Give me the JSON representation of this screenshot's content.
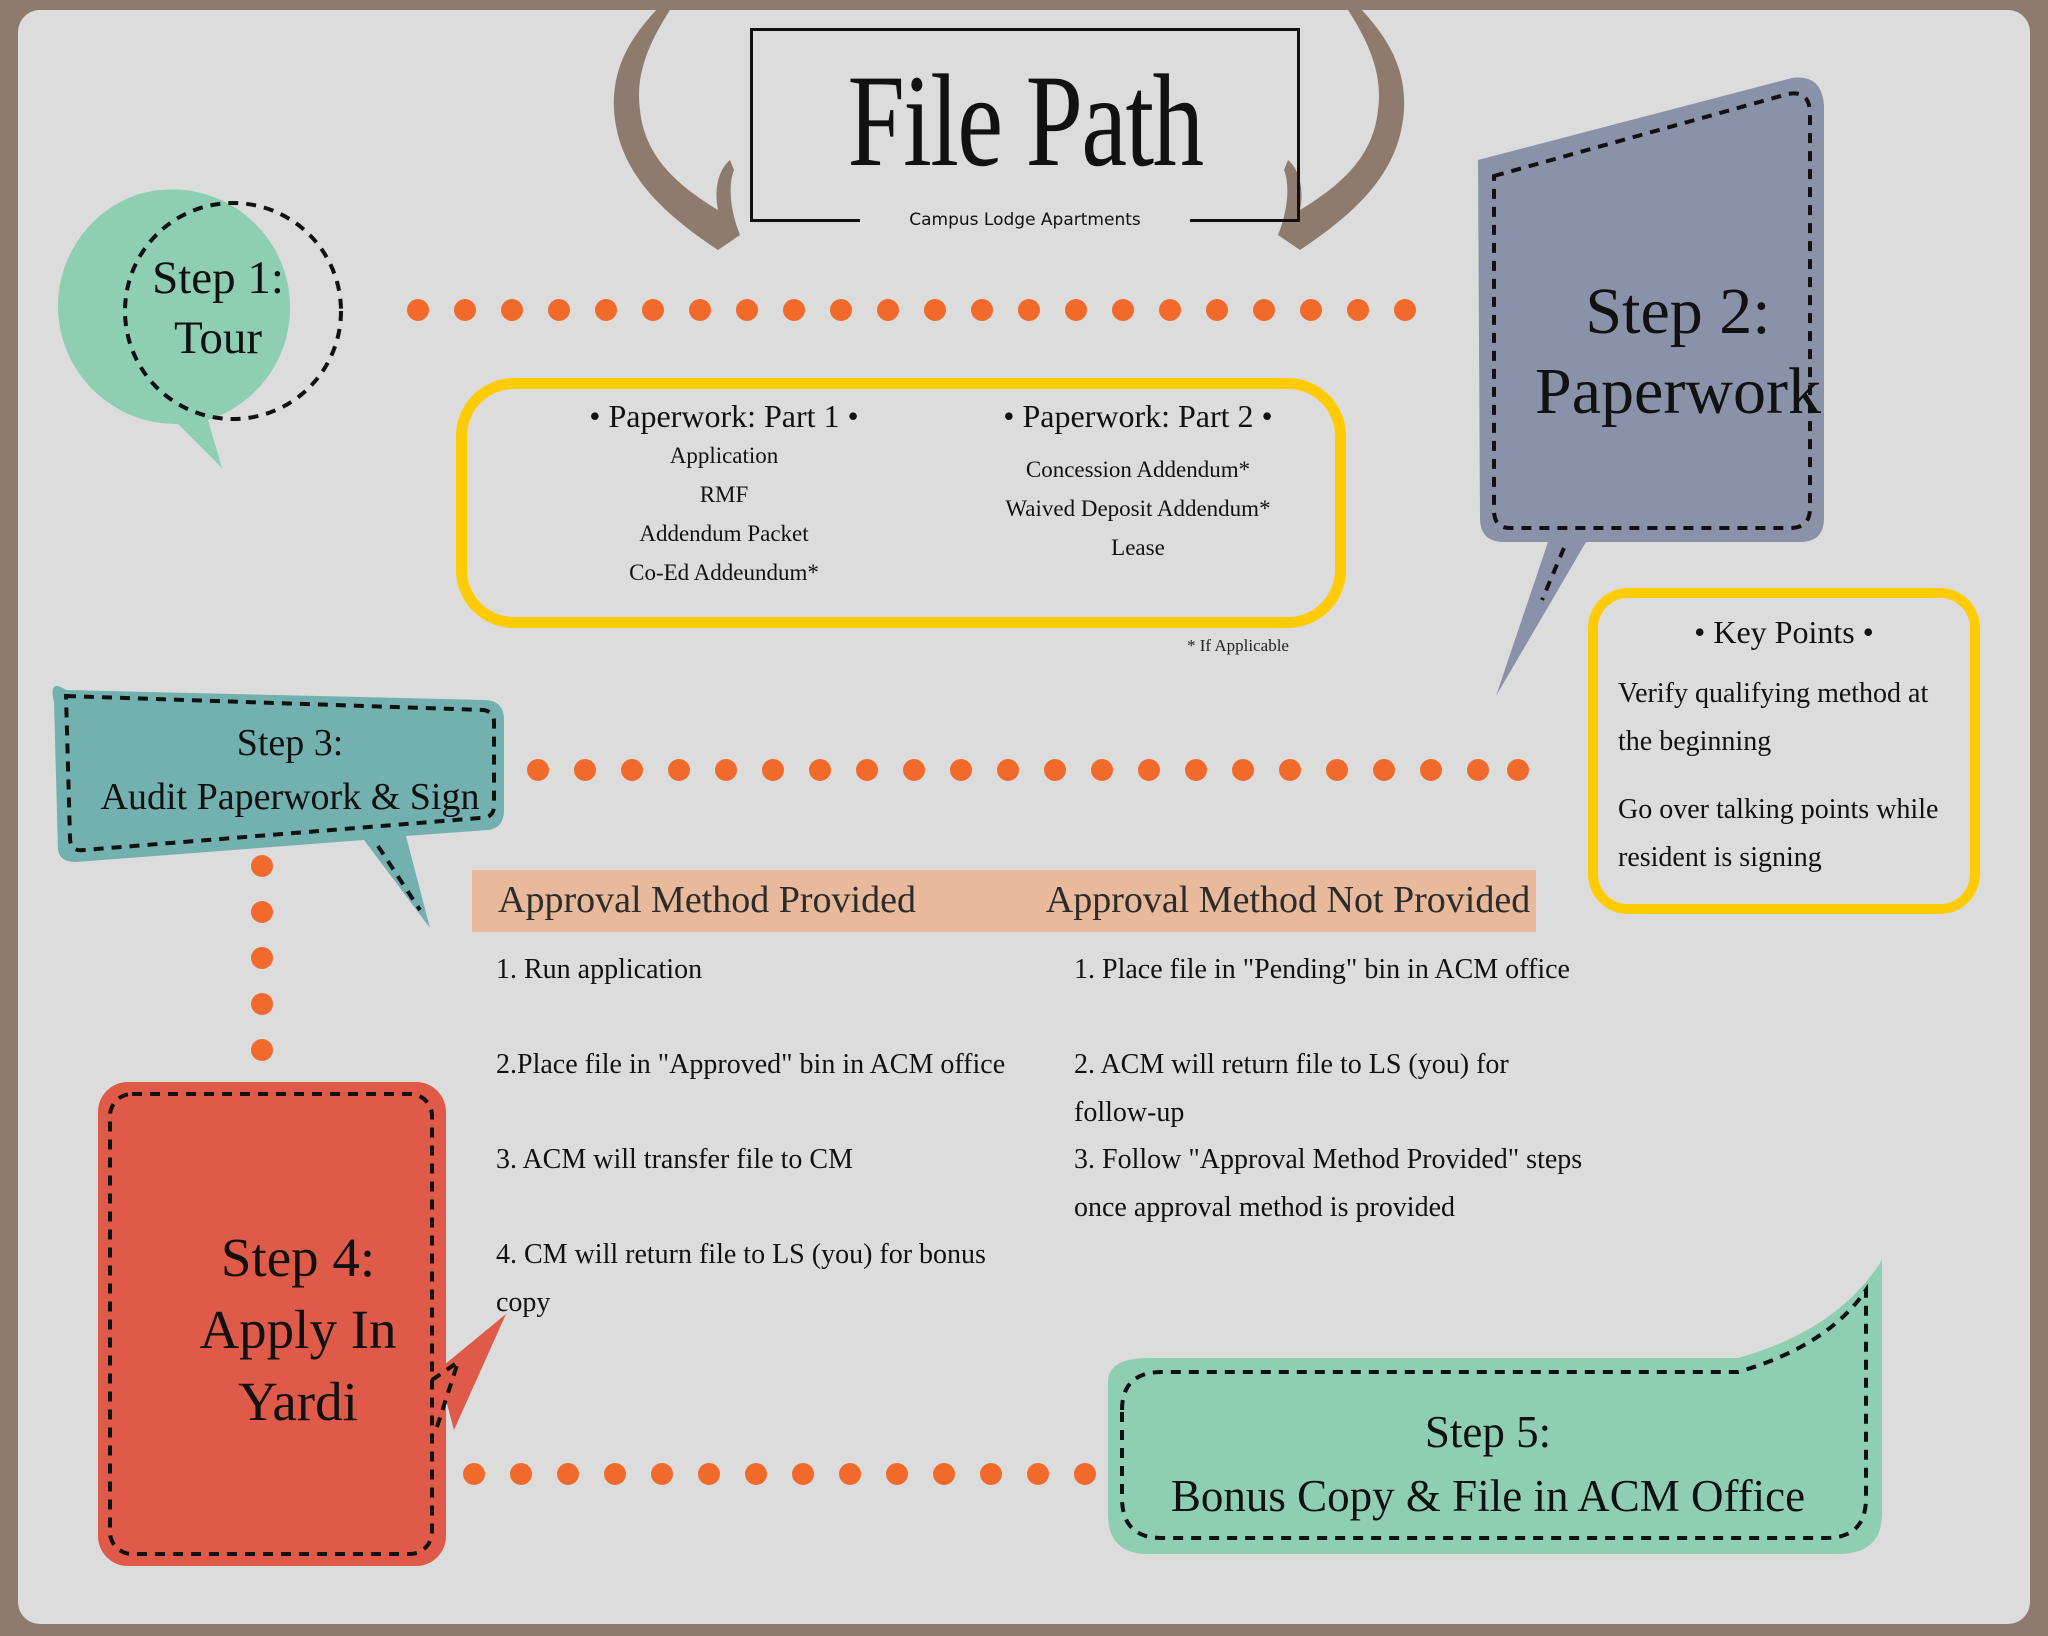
{
  "title": "File Path",
  "subtitle": "Campus Lodge Apartments",
  "steps": {
    "step1": [
      "Step 1:",
      "Tour"
    ],
    "step2": [
      "Step 2:",
      "Paperwork"
    ],
    "step3": [
      "Step 3:",
      "Audit Paperwork & Sign"
    ],
    "step4": [
      "Step 4:",
      "Apply In",
      "Yardi"
    ],
    "step5": [
      "Step 5:",
      "Bonus Copy & File in ACM Office"
    ]
  },
  "paperwork": {
    "part1_heading": "•  Paperwork: Part 1  •",
    "part1_items": [
      "Application",
      "RMF",
      "Addendum Packet",
      "Co-Ed Addeundum*"
    ],
    "part2_heading": "• Paperwork: Part 2 •",
    "part2_items": [
      "Concession Addendum*",
      "Waived Deposit Addendum*",
      "Lease"
    ],
    "footnote": "* If Applicable"
  },
  "key_points": {
    "heading": "•    Key Points    •",
    "points": [
      "Verify qualifying method at the beginning",
      "Go over talking points while resident is signing"
    ]
  },
  "approval": {
    "provided_heading": "Approval Method Provided",
    "provided_steps": [
      "1. Run application",
      "2.Place file in \"Approved\" bin in ACM office",
      "3. ACM will transfer file to CM",
      "4. CM will return file to LS (you) for bonus copy"
    ],
    "not_provided_heading": "Approval Method Not Provided",
    "not_provided_steps": [
      "1. Place file in \"Pending\" bin in ACM office",
      "2. ACM will return file to LS (you) for follow-up",
      "3. Follow \"Approval Method Provided\" steps once approval method is provided"
    ]
  },
  "colors": {
    "background": "#dcdcdc",
    "frame": "#8f7b6d",
    "step1_green": "#8ecfb4",
    "step2_slate": "#8a92aa",
    "step3_teal": "#73b0b0",
    "step4_red": "#df5a48",
    "step5_green": "#8ecfb4",
    "dots_orange": "#f2692c",
    "highlight_yellow": "#ffcb05",
    "table_header": "#e8b99a",
    "antler_brown": "#8f7b6d"
  },
  "icons": [
    "antler-left-icon",
    "antler-right-icon"
  ]
}
